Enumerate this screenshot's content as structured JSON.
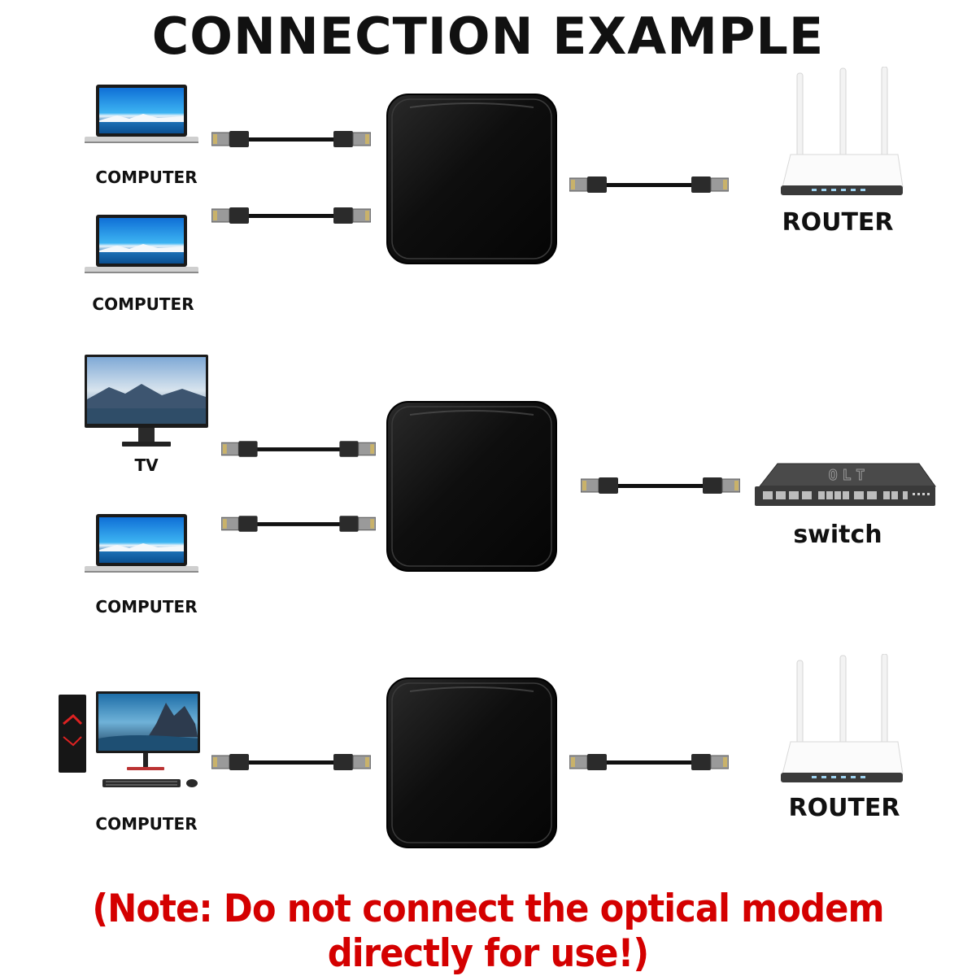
{
  "title": "CONNECTION EXAMPLE",
  "labels": {
    "computer": "COMPUTER",
    "router": "ROUTER",
    "tv": "TV",
    "switch": "switch",
    "switch_brand": "OLT"
  },
  "note": "(Note: Do not connect the optical modem directly for use!)",
  "colors": {
    "note": "#d40000",
    "hub": "#0c0c0c",
    "screen": "#2a9ee8"
  }
}
